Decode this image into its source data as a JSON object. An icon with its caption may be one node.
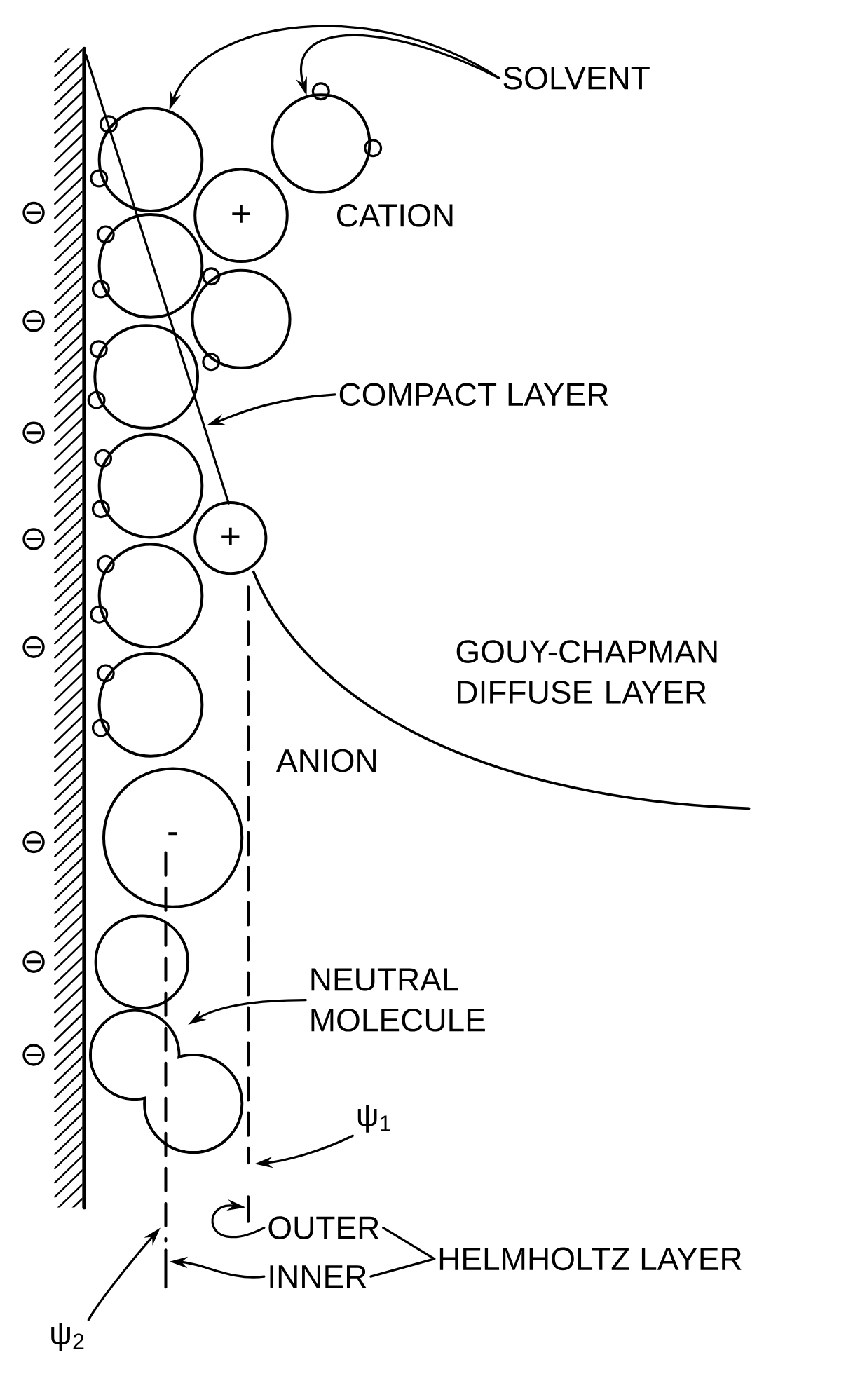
{
  "diagram": {
    "nodes": [
      {
        "text": [
          "SOLVENT"
        ]
      },
      {
        "text": [],
        "shape": "circle"
      },
      {
        "text": [],
        "shape": "circle"
      },
      {
        "text": [
          "+"
        ]
      },
      {
        "text": [],
        "shape": "circle"
      },
      {
        "text": [],
        "shape": "circle"
      },
      {
        "text": [],
        "shape": "circle"
      },
      {
        "text": [
          "COMPACT LAYER"
        ]
      },
      {
        "text": [],
        "shape": "circle"
      },
      {
        "text": [
          "+"
        ]
      },
      {
        "text": [],
        "shape": "circle"
      },
      {
        "text": [],
        "shape": "circle"
      },
      {
        "text": [
          "-"
        ]
      },
      {
        "text": [
          "NEUTRAL MOLECULE"
        ]
      },
      {
        "text": [],
        "shape": "blob"
      },
      {
        "text": [
          "ψ$_{1}$"
        ]
      },
      {
        "text": [
          "OUTER"
        ]
      },
      {
        "text": [
          "HELMHOLTZ LAYER"
        ]
      },
      {
        "text": [
          "INNER"
        ]
      },
      {
        "text": [
          "ψ$_{2}$"
        ]
      }
    ],
    "edges": [
      {
        "from": 0,
        "to": 2,
        "arrow": "to"
      },
      {
        "from": 0,
        "to": 1,
        "arrow": "to"
      },
      {
        "from": 7,
        "to": null,
        "arrow": "to"
      },
      {
        "from": 13,
        "to": 14,
        "arrow": "to"
      },
      {
        "from": 15,
        "to": null,
        "arrow": "to"
      },
      {
        "from": 16,
        "to": null,
        "arrow": "to"
      },
      {
        "from": 18,
        "to": null,
        "arrow": "to"
      },
      {
        "from": 19,
        "to": null,
        "arrow": "to"
      },
      {
        "from": 16,
        "to": 17,
        "arrow": "none"
      },
      {
        "from": 18,
        "to": 17,
        "arrow": "none"
      }
    ],
    "labels": [
      "⊖",
      "CATION",
      "⊖",
      "⊖",
      "⊖",
      "⊖",
      "GOUY-CHAPMAN DIFFUSE LAYER",
      "ANION",
      "⊖",
      "⊖",
      "⊖"
    ]
  }
}
